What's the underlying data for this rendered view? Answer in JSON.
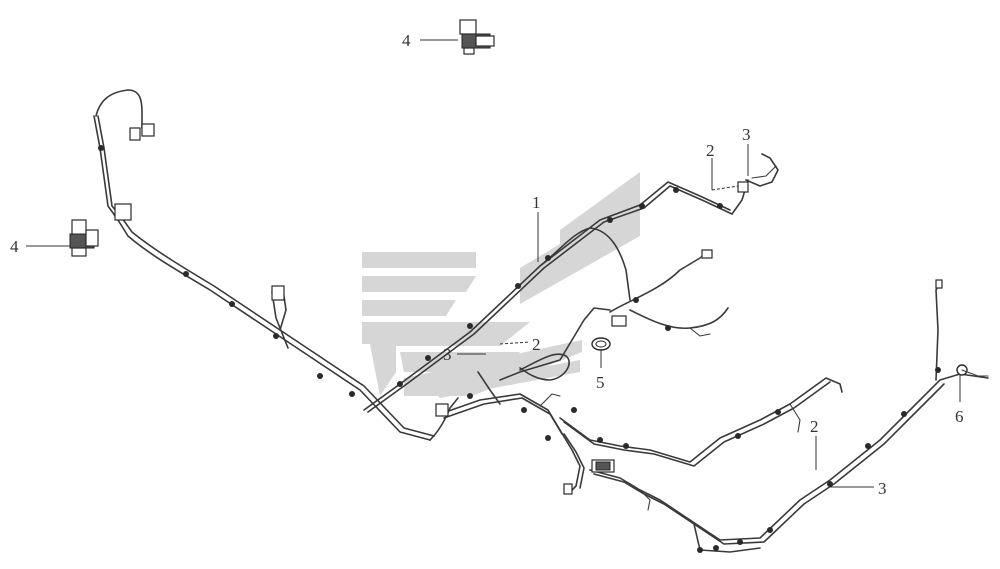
{
  "callouts": [
    {
      "id": "c1",
      "label": "1"
    },
    {
      "id": "c2a",
      "label": "2"
    },
    {
      "id": "c2b",
      "label": "2"
    },
    {
      "id": "c2c",
      "label": "2"
    },
    {
      "id": "c3a",
      "label": "3"
    },
    {
      "id": "c3b",
      "label": "3"
    },
    {
      "id": "c3c",
      "label": "3"
    },
    {
      "id": "c4a",
      "label": "4"
    },
    {
      "id": "c4b",
      "label": "4"
    },
    {
      "id": "c5",
      "label": "5"
    },
    {
      "id": "c6",
      "label": "6"
    }
  ],
  "colors": {
    "watermark": "#d4d4d4",
    "line": "#3a3a3a",
    "background": "#ffffff"
  }
}
